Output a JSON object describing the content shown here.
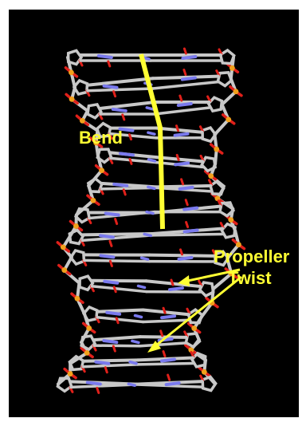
{
  "annotations": {
    "bend_label": "Bend",
    "propeller_line1": "Propeller",
    "propeller_line2": "Twist"
  },
  "colors": {
    "background": "#000000",
    "annotation": "#ffff33",
    "backbone_carbon": "#c8c8c8",
    "oxygen": "#e0201a",
    "phosphorus": "#f2a11c",
    "nitrogen": "#7a7aee"
  },
  "structure": {
    "base_pairs": 14
  }
}
